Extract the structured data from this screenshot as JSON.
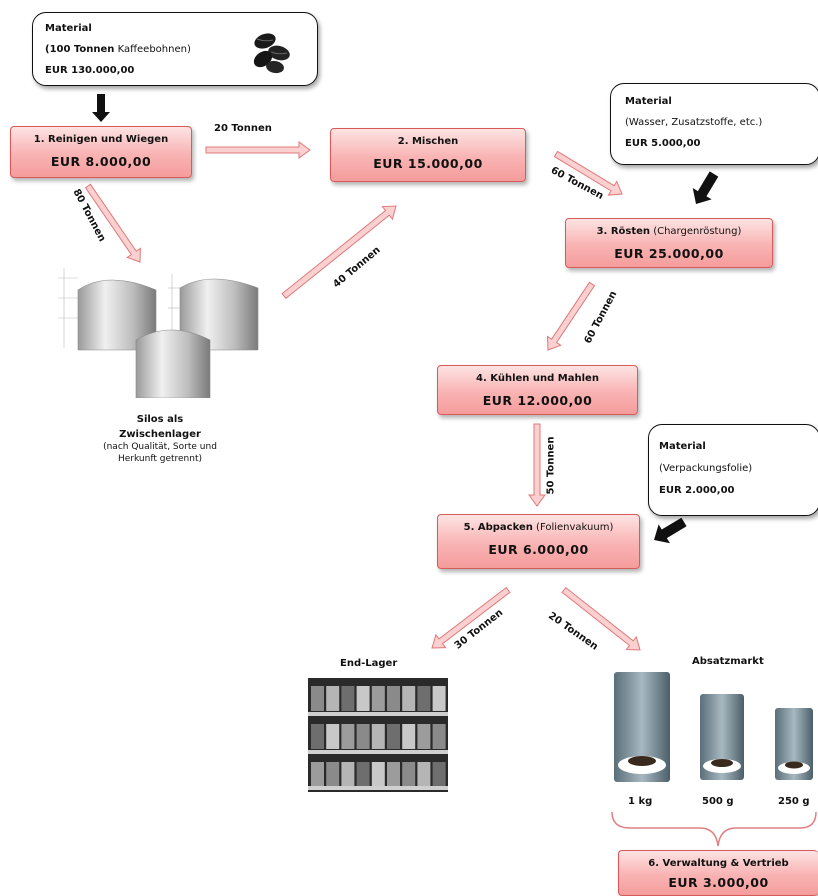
{
  "material_1": {
    "title": "Material",
    "sub_bold": "(100 Tonnen",
    "sub_rest": " Kaffeebohnen)",
    "cost": "EUR 130.000,00"
  },
  "material_2": {
    "title": "Material",
    "sub": "(Wasser, Zusatzstoffe,  etc.)",
    "cost": "EUR 5.000,00"
  },
  "material_3": {
    "title": "Material",
    "sub": "(Verpackungsfolie)",
    "cost": "EUR 2.000,00"
  },
  "steps": [
    {
      "name": "1. Reinigen und Wiegen",
      "sub": "",
      "cost": "EUR 8.000,00"
    },
    {
      "name": "2. Mischen",
      "sub": "",
      "cost": "EUR 15.000,00"
    },
    {
      "name": "3. Rösten",
      "sub": " (Chargenröstung)",
      "cost": "EUR 25.000,00"
    },
    {
      "name": "4. Kühlen und Mahlen",
      "sub": "",
      "cost": "EUR 12.000,00"
    },
    {
      "name": "5. Abpacken",
      "sub": " (Folienvakuum)",
      "cost": "EUR 6.000,00"
    },
    {
      "name": "6. Verwaltung & Vertrieb",
      "sub": "",
      "cost": "EUR 3.000,00"
    }
  ],
  "flows": {
    "f1": "20 Tonnen",
    "f2": "80 Tonnen",
    "f3": "40 Tonnen",
    "f4": "60 Tonnen",
    "f5": "60 Tonnen",
    "f6": "50 Tonnen",
    "f7": "30 Tonnen",
    "f8": "20 Tonnen"
  },
  "silos": {
    "line1": "Silos als",
    "line2": "Zwischenlager",
    "line3": "(nach Qualität,  Sorte und",
    "line4": "Herkunft  getrennt)"
  },
  "end_lager": "End-Lager",
  "absatzmarkt": "Absatzmarkt",
  "sizes": [
    "1 kg",
    "500 g",
    "250 g"
  ]
}
